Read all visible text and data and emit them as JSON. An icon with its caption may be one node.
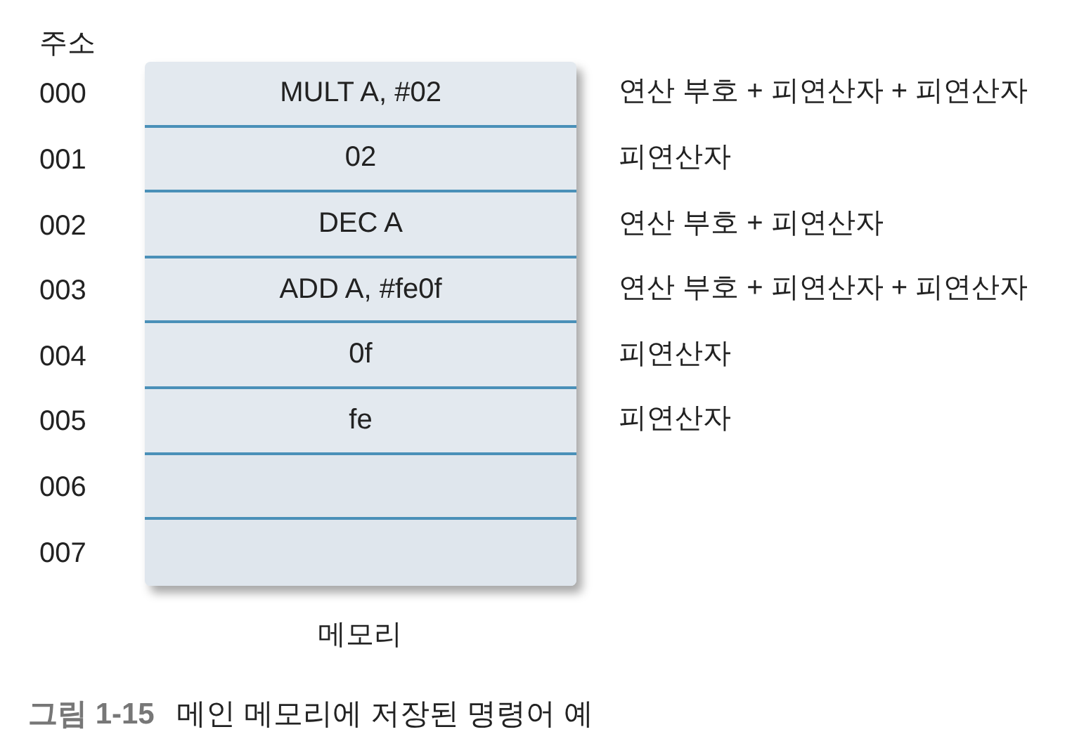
{
  "diagram": {
    "caption": "**그림 1-15** 메인 메모리에 저장된 명령어 예",
    "nodes": [
      {
        "text": [
          "메모리"
        ]
      },
      {
        "text": [
          "MULT A, #02"
        ],
        "in": 0
      },
      {
        "text": [
          "02"
        ],
        "in": 0
      },
      {
        "text": [
          "DEC A"
        ],
        "in": 0
      },
      {
        "text": [
          "ADD A, #fe0f"
        ],
        "in": 0
      },
      {
        "text": [
          "0f"
        ],
        "in": 0
      },
      {
        "text": [
          "fe"
        ],
        "in": 0
      },
      {
        "text": [],
        "shape": "box",
        "in": 0
      },
      {
        "text": [],
        "shape": "box",
        "in": 0
      }
    ],
    "labels": [
      "주소",
      "000",
      "연산 부호 + 피연산자 + 피연산자",
      "001",
      "피연산자",
      "002",
      "연산 부호 + 피연산자",
      "003",
      "연산 부호 + 피연산자 + 피연산자",
      "004",
      "피연산자",
      "005",
      "피연산자",
      "006",
      "007"
    ]
  }
}
